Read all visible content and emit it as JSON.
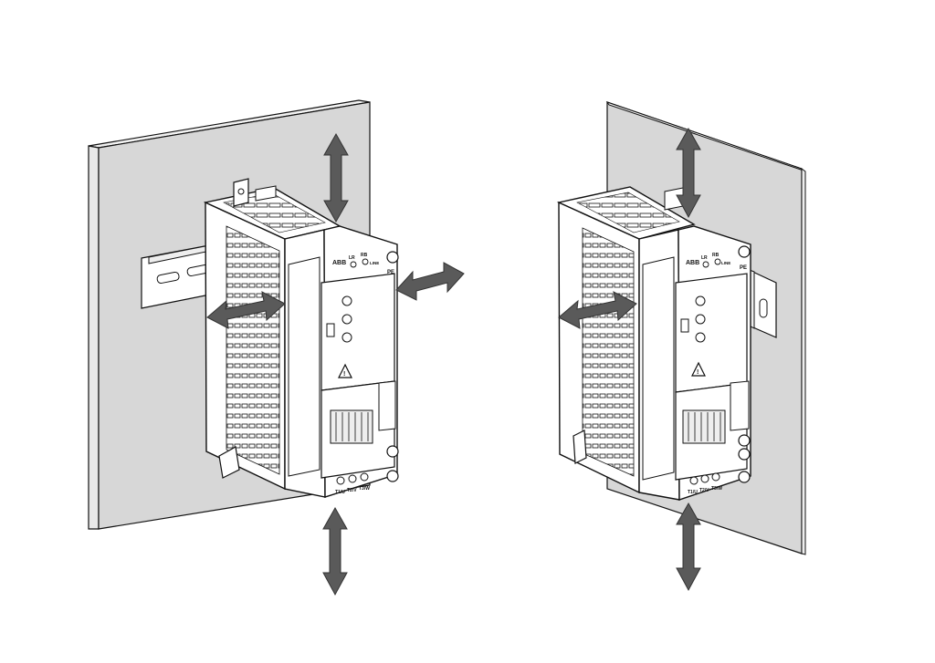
{
  "colors": {
    "background": "#ffffff",
    "wall": "#d7d7d7",
    "wall_edge": "#f2f2f2",
    "arrow": "#5a5a5a",
    "line": "#111111"
  },
  "drives": [
    {
      "id": "left",
      "mounting": "din-rail behind drive",
      "brand": "ABB",
      "leds": [
        "LR",
        "RB",
        "LINE"
      ],
      "pe_label": "PE",
      "terminal_labels": [
        "T1/U",
        "T2/V",
        "T3/W"
      ],
      "clearance_arrows": [
        "top",
        "bottom",
        "left-right",
        "front-right"
      ]
    },
    {
      "id": "right",
      "mounting": "din-rail offset to the right",
      "brand": "ABB",
      "leds": [
        "LR",
        "RB",
        "LINE"
      ],
      "pe_label": "PE",
      "terminal_labels": [
        "T1/U",
        "T2/V",
        "T3/W"
      ],
      "clearance_arrows": [
        "top",
        "bottom",
        "left-right"
      ]
    }
  ]
}
